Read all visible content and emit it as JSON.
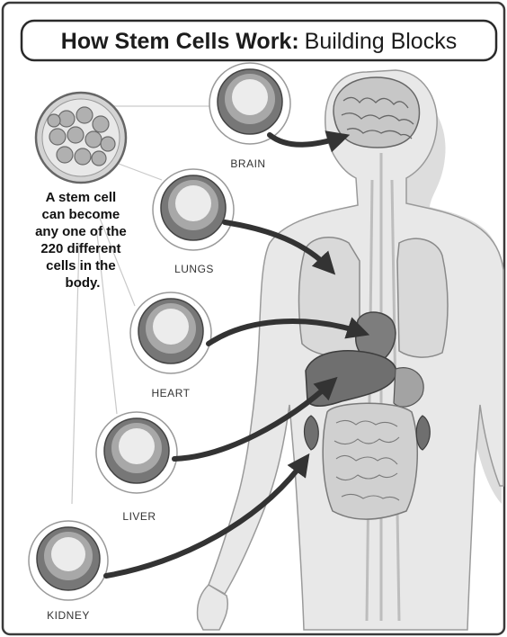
{
  "header": {
    "title_bold": "How Stem Cells Work:",
    "title_regular": "Building Blocks"
  },
  "stem_cell": {
    "caption_lines": [
      "A stem cell",
      "can become",
      "any one of the",
      "220 different",
      "cells in the",
      "body."
    ]
  },
  "cells": [
    {
      "label": "BRAIN"
    },
    {
      "label": "LUNGS"
    },
    {
      "label": "HEART"
    },
    {
      "label": "LIVER"
    },
    {
      "label": "KIDNEY"
    }
  ],
  "colors": {
    "frame": "#3a3a3a",
    "body_fill": "#e6e6e6",
    "organ_fill": "#b5b5b5",
    "organ_dark": "#6f6f6f",
    "arrow": "#333333",
    "cell_outer": "#555555",
    "cell_mid": "#9a9a9a",
    "cell_inner": "#e9e9e9"
  }
}
